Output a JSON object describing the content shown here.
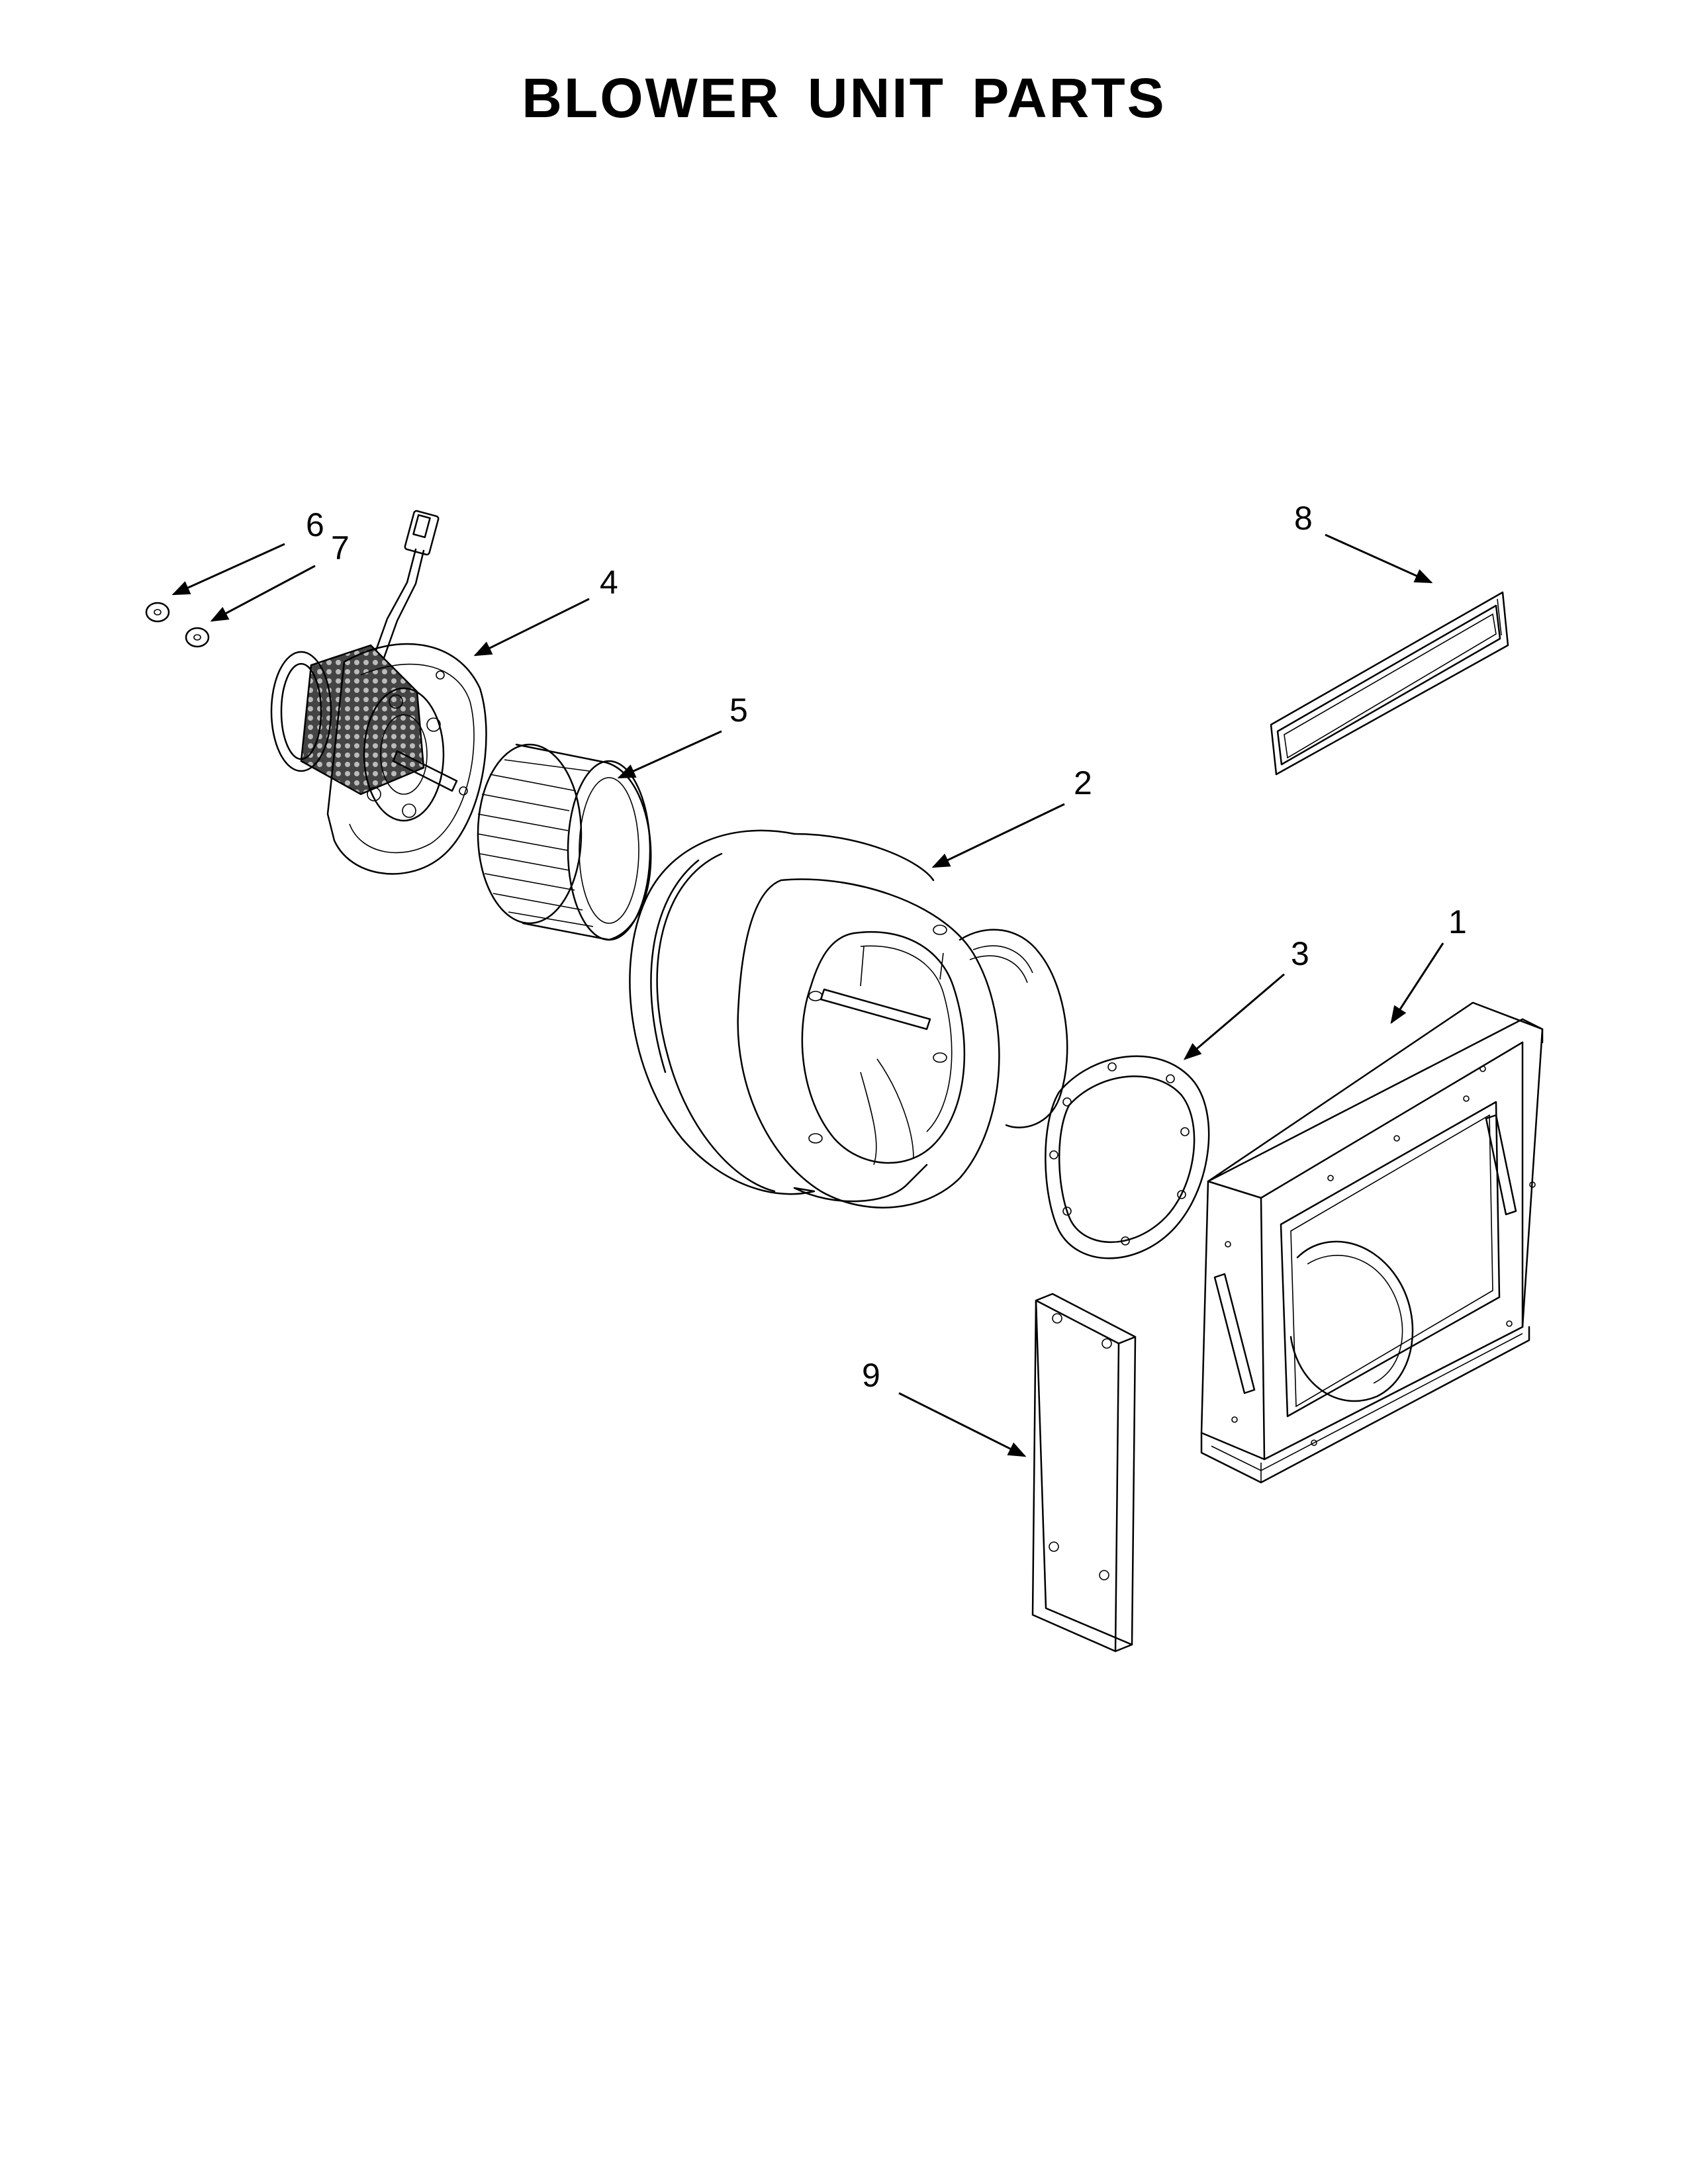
{
  "title": "BLOWER UNIT PARTS",
  "callouts": [
    {
      "id": "1",
      "label": "1"
    },
    {
      "id": "2",
      "label": "2"
    },
    {
      "id": "3",
      "label": "3"
    },
    {
      "id": "4",
      "label": "4"
    },
    {
      "id": "5",
      "label": "5"
    },
    {
      "id": "6",
      "label": "6"
    },
    {
      "id": "7",
      "label": "7"
    },
    {
      "id": "8",
      "label": "8"
    },
    {
      "id": "9",
      "label": "9"
    }
  ]
}
